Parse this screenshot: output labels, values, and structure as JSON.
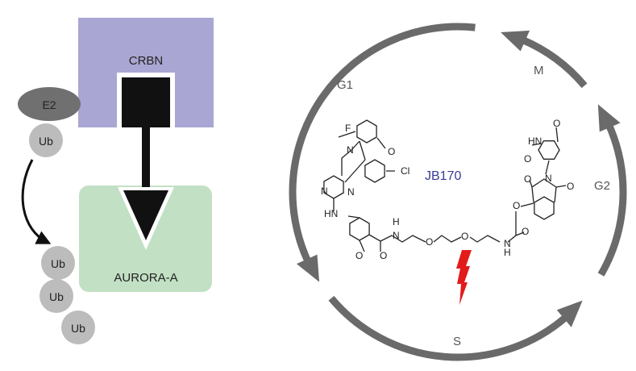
{
  "colors": {
    "crbn": "#aaa6d3",
    "aurora": "#c2e0c4",
    "e2": "#707070",
    "ub": "#bcbcbc",
    "cycle": "#6a6a6a",
    "compound_label": "#3a3a9a",
    "lightning": "#e21b1b"
  },
  "left_panel": {
    "crbn_label": "CRBN",
    "aurora_label": "AURORA-A",
    "e2_label": "E2",
    "ub_single": "Ub",
    "ub_chain": [
      "Ub",
      "Ub",
      "Ub"
    ]
  },
  "cell_cycle": {
    "phases": {
      "g1": "G1",
      "s": "S",
      "g2": "G2",
      "m": "M"
    }
  },
  "compound": {
    "name": "JB170",
    "atoms": [
      "F",
      "N",
      "O",
      "Cl",
      "N",
      "N",
      "HN",
      "H",
      "N",
      "O",
      "O",
      "N",
      "H",
      "O",
      "O",
      "O",
      "O",
      "N",
      "O",
      "O",
      "O",
      "HN",
      "O"
    ]
  }
}
